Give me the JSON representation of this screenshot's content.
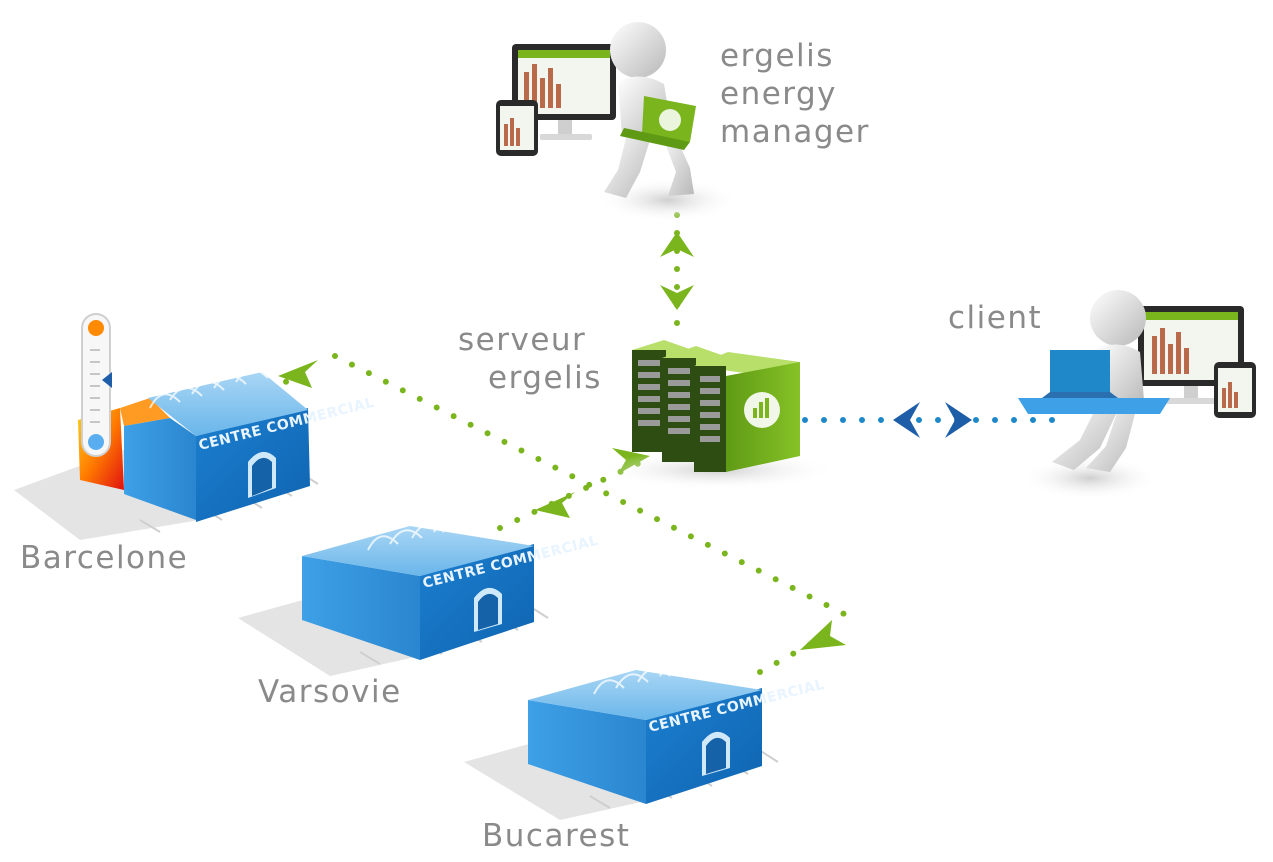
{
  "labels": {
    "manager": [
      "ergelis",
      "energy",
      "manager"
    ],
    "server": [
      "serveur",
      "ergelis"
    ],
    "client": "client",
    "site_barcelone": "Barcelone",
    "site_varsovie": "Varsovie",
    "site_bucarest": "Bucarest"
  },
  "building_sign": "CENTRE COMMERCIAL",
  "colors": {
    "green": "#7ab51d",
    "blue": "#1e88c8",
    "label": "#8a8a8a",
    "building": "#2a8fd6"
  }
}
